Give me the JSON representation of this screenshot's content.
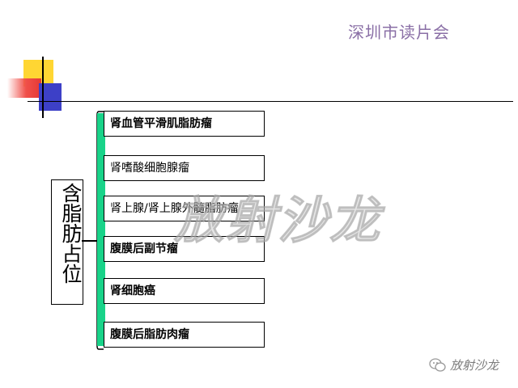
{
  "header": {
    "title": "深圳市读片会"
  },
  "main_label": "含脂肪占位",
  "items": [
    {
      "label": "肾血管平滑肌脂肪瘤"
    },
    {
      "label": "肾嗜酸细胞腺瘤"
    },
    {
      "label": "肾上腺/肾上腺外髓脂肪瘤"
    },
    {
      "label": "腹膜后副节瘤"
    },
    {
      "label": "肾细胞癌"
    },
    {
      "label": "腹膜后脂肪肉瘤"
    }
  ],
  "watermark": "放射沙龙",
  "footer": {
    "brand": "放射沙龙",
    "icon": "wechat-icon"
  },
  "colors": {
    "accent_green": "#19d389",
    "header_text": "#8a6fa6"
  }
}
